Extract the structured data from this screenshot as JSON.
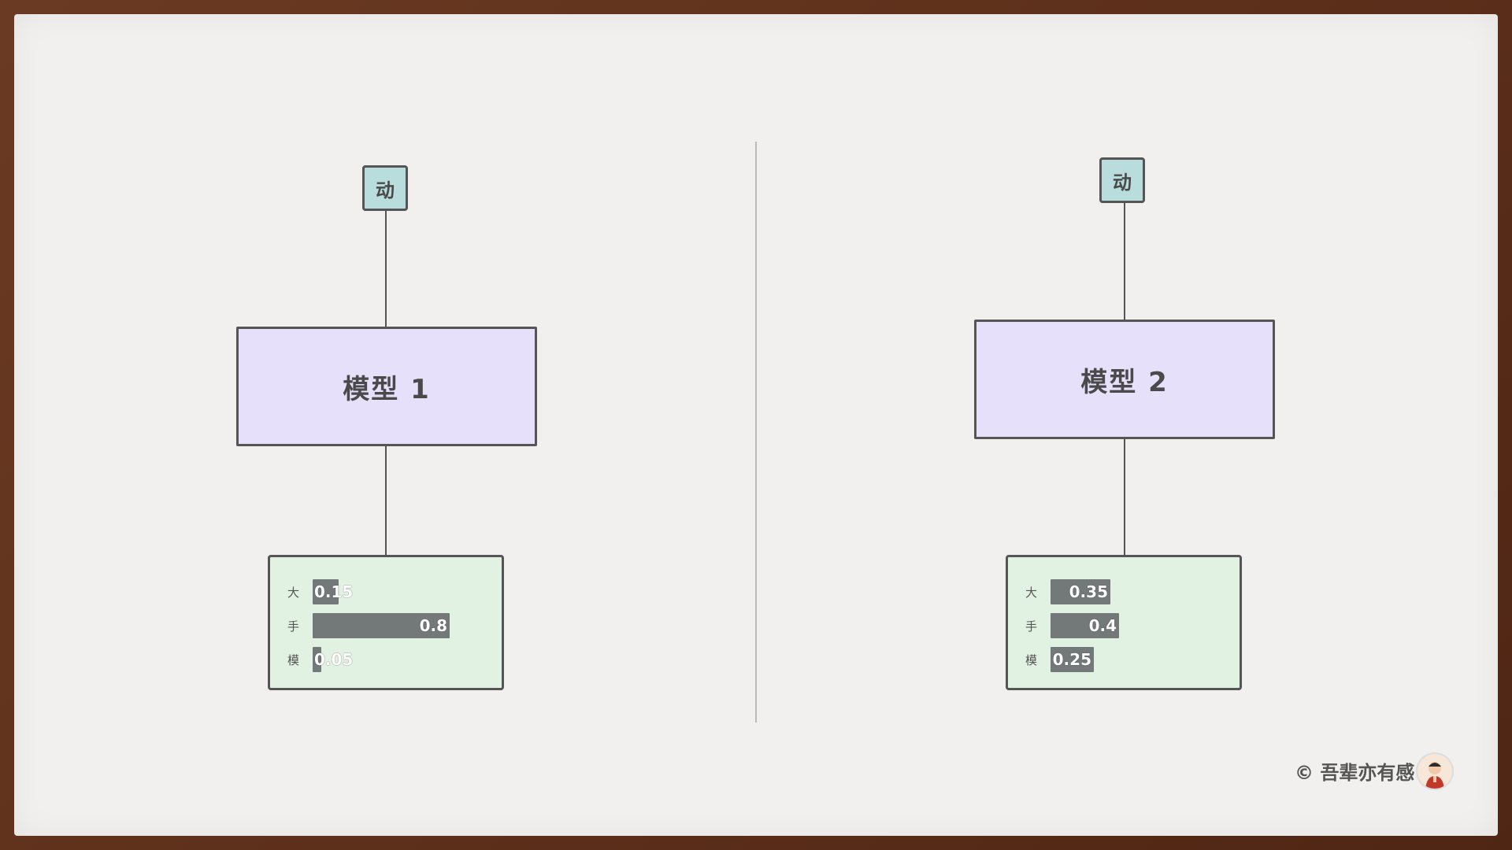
{
  "models": [
    {
      "input": "动",
      "name": "模型 1",
      "outputs": [
        {
          "label": "大",
          "value": 0.15,
          "display": "0.15"
        },
        {
          "label": "手",
          "value": 0.8,
          "display": "0.8"
        },
        {
          "label": "模",
          "value": 0.05,
          "display": "0.05"
        }
      ]
    },
    {
      "input": "动",
      "name": "模型 2",
      "outputs": [
        {
          "label": "大",
          "value": 0.35,
          "display": "0.35"
        },
        {
          "label": "手",
          "value": 0.4,
          "display": "0.4"
        },
        {
          "label": "模",
          "value": 0.25,
          "display": "0.25"
        }
      ]
    }
  ],
  "credit": "© 吾辈亦有感",
  "colors": {
    "input_fill": "#b9dcdc",
    "model_fill": "#e6e0fb",
    "output_fill": "#e1f1e2",
    "bar_fill": "#737978",
    "stroke": "#555555",
    "paper": "#f1f0ee",
    "frame": "#5a2e1a"
  }
}
